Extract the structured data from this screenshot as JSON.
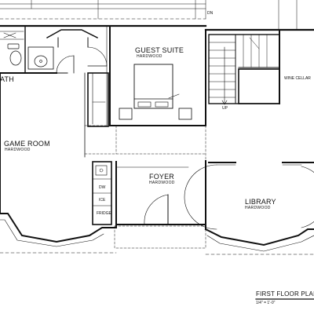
{
  "plan": {
    "rooms": {
      "guest_suite": {
        "name": "GUEST SUITE",
        "floor": "HARDWOOD"
      },
      "game_room": {
        "name": "GAME ROOM",
        "floor": "HARDWOOD"
      },
      "foyer": {
        "name": "FOYER",
        "floor": "HARDWOOD"
      },
      "library": {
        "name": "LIBRARY",
        "floor": "HARDWOOD"
      },
      "bath": {
        "name": "ATH"
      },
      "wine_cellar": {
        "name": "WINE CELLAR"
      }
    },
    "appliances": {
      "dw": "DW",
      "ice": "ICE",
      "fridge": "FRIDGE"
    },
    "stairs": {
      "down": "DN",
      "up": "UP"
    },
    "title": {
      "main": "FIRST FLOOR PLAN",
      "scale": "1/4\" = 1'-0\""
    }
  }
}
